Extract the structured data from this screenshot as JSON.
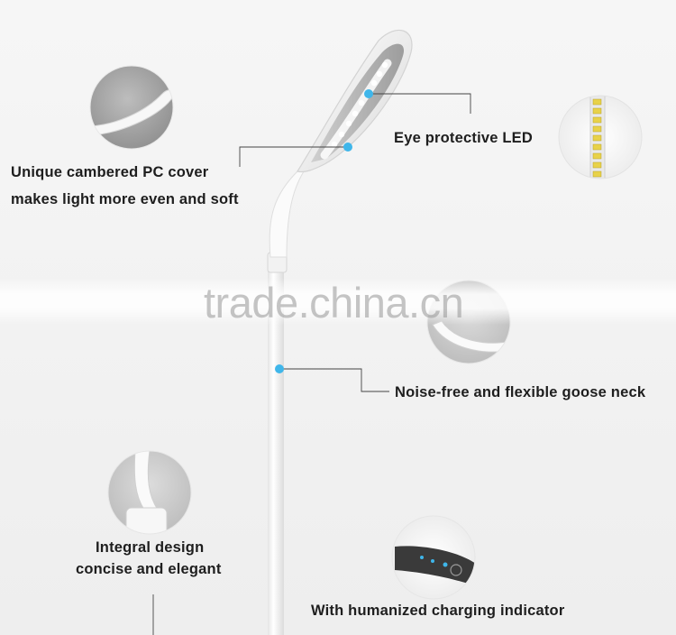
{
  "watermark": "trade.china.cn",
  "features": {
    "cover_line1": "Unique cambered PC cover",
    "cover_line2": "makes light more even and soft",
    "led": "Eye protective LED",
    "neck": "Noise-free and flexible goose neck",
    "integral_line1": "Integral design",
    "integral_line2": "concise and elegant",
    "charging": "With humanized charging indicator"
  },
  "colors": {
    "background": "#f3f3f3",
    "marker": "#3fb6ea",
    "lamp_body": "#ffffff"
  }
}
